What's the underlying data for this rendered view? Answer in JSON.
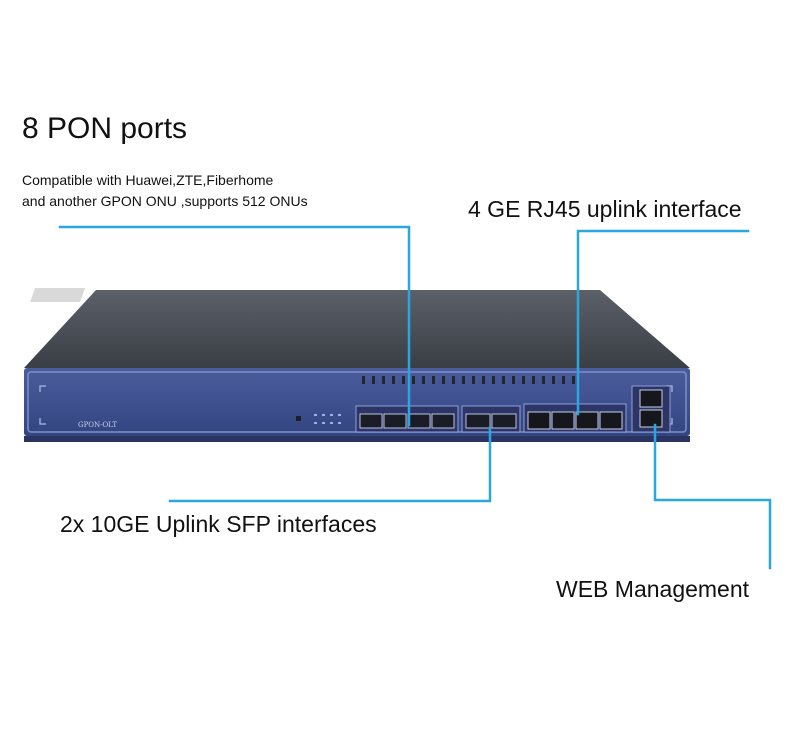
{
  "callouts": {
    "pon_title": "8 PON ports",
    "pon_desc_line1": "Compatible with Huawei,ZTE,Fiberhome",
    "pon_desc_line2": "and another GPON ONU ,supports 512 ONUs",
    "uplink_rj45": "4 GE RJ45 uplink interface",
    "uplink_sfp": "2x 10GE Uplink SFP interfaces",
    "web_mgmt": "WEB Management"
  },
  "device": {
    "model_label": "GPON-OLT"
  },
  "colors": {
    "callout_line": "#2aa7e0",
    "chassis_top": "#4a4f57",
    "front_panel": "#3d4f8e"
  },
  "icons": {
    "sfp_port": "sfp-port-icon",
    "rj45_port": "rj45-port-icon"
  }
}
